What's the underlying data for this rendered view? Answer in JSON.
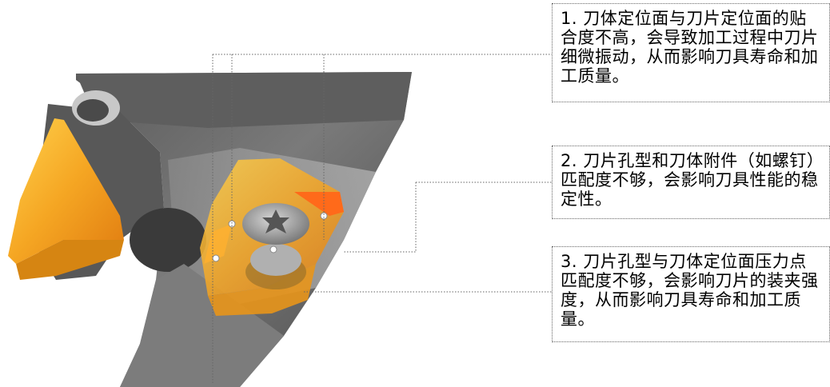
{
  "callouts": [
    {
      "text": "1. 刀体定位面与刀片定位面的贴合度不高，会导致加工过程中刀片细微振动，从而影响刀具寿命和加工质量。"
    },
    {
      "text": "2. 刀片孔型和刀体附件（如螺钉）匹配度不够，会影响刀具性能的稳定性。"
    },
    {
      "text": "3. 刀片孔型与刀体定位面压力点匹配度不够，会影响刀片的装夹强度，从而影响刀具寿命和加工质量。"
    }
  ],
  "colors": {
    "tool_body": "#6e6e6e",
    "insert": "#f5a623",
    "insert_dark": "#d2691e",
    "leader_line": "#666666"
  },
  "icons": [
    "torx-screw-icon",
    "locating-point-icon"
  ]
}
